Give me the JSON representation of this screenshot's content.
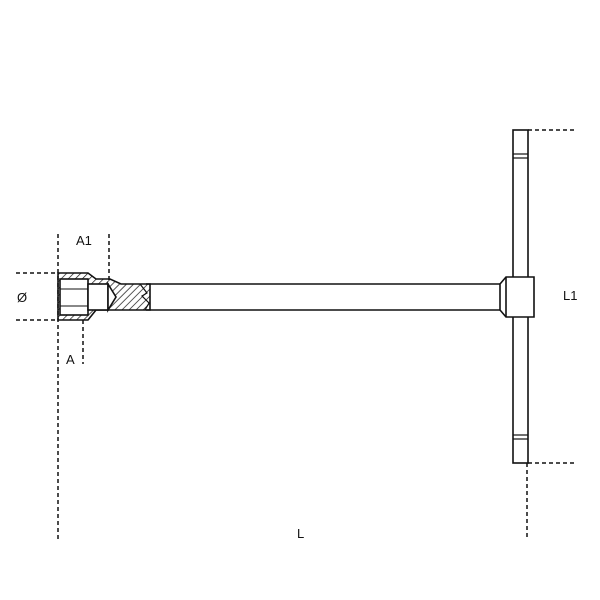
{
  "diagram": {
    "type": "technical-drawing",
    "subject": "T-handle socket wrench",
    "labels": {
      "diameter": "Ø",
      "a1": "A1",
      "a": "A",
      "l1": "L1",
      "l": "L"
    },
    "colors": {
      "line": "#111111",
      "background": "#ffffff"
    }
  }
}
